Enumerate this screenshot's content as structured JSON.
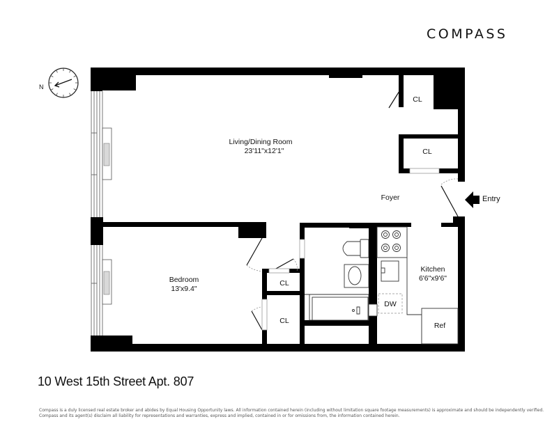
{
  "brand": {
    "logo_text": "COMPASS"
  },
  "compass_rose": {
    "icon": "north-arrow-icon",
    "label": "N"
  },
  "rooms": [
    {
      "id": "living",
      "name": "Living/Dining Room",
      "dimensions": "23'11\"x12'1\""
    },
    {
      "id": "bedroom",
      "name": "Bedroom",
      "dimensions": "13'x9.4\""
    },
    {
      "id": "kitchen",
      "name": "Kitchen",
      "dimensions": "6'6\"x9'6\""
    },
    {
      "id": "foyer",
      "name": "Foyer"
    }
  ],
  "closets": [
    "CL",
    "CL",
    "CL",
    "CL"
  ],
  "fixtures": {
    "dishwasher": "DW",
    "refrigerator": "Ref"
  },
  "entry": {
    "label": "Entry",
    "icon": "arrow-left-icon"
  },
  "address": "10 West 15th Street Apt. 807",
  "disclaimer": {
    "line1": "Compass is a duly licensed real estate broker and abides by Equal Housing Opportunity laws.  All information contained herein (including without limitation square footage measurements) is approximate and should be independently verified.",
    "line2": "Compass and its agent(s) disclaim all liability for representations and warranties, express and implied, contained in or for omissions from, the information contained herein."
  },
  "colors": {
    "wall": "#000000",
    "window_line": "#555555",
    "fixture_line": "#333333",
    "radiator_fill": "#d9d9d9",
    "background": "#ffffff"
  }
}
